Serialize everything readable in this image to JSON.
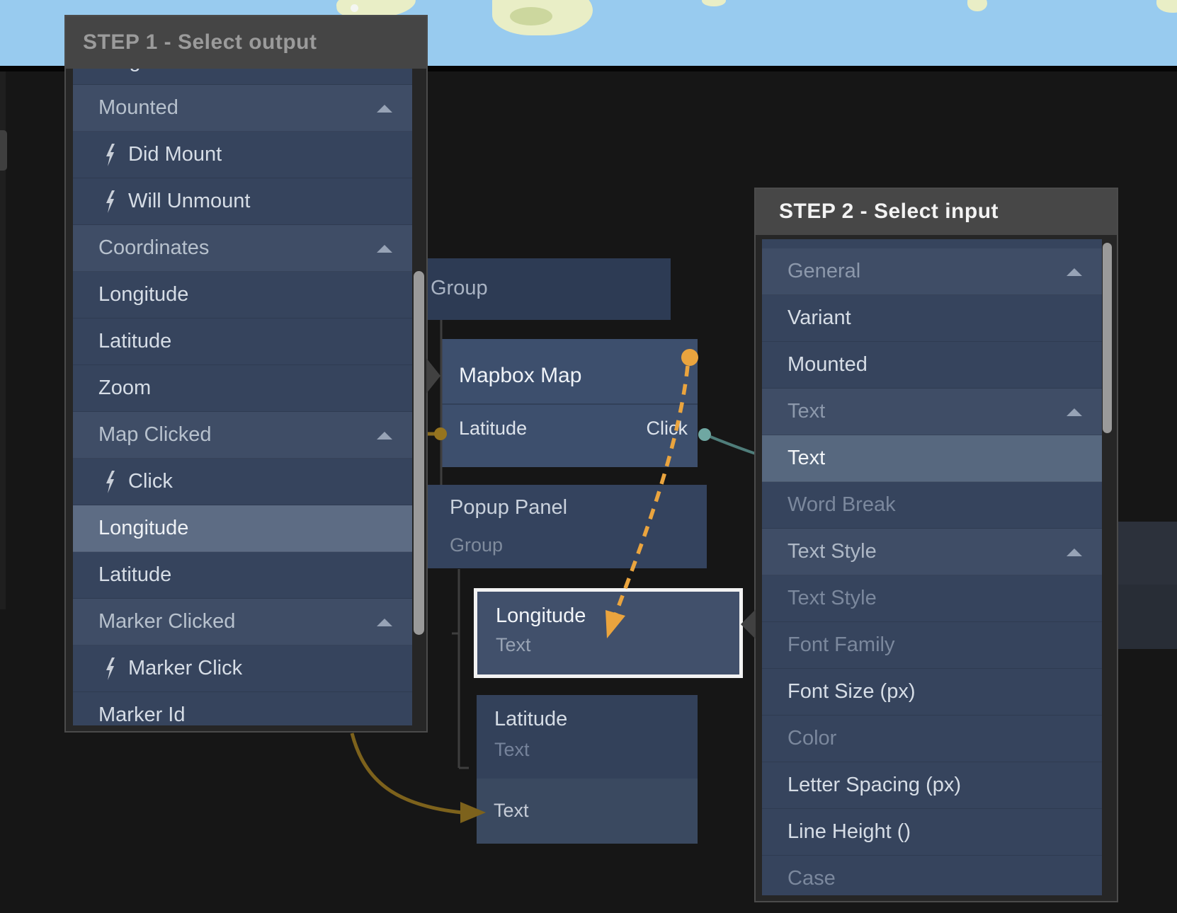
{
  "colors": {
    "map_water": "#98cbef",
    "map_land": "#e9eec6",
    "panel_header": "#474747",
    "list_item_bg": "#36445d",
    "list_category_bg": "#3f4d66",
    "selected_row_bg": "#5d6c84",
    "selection_border": "#f2f2f2",
    "accent_orange": "#eaa43e",
    "accent_gold": "#7d621c",
    "accent_teal": "#6fa7a2",
    "wire_gray": "#3e3e3e"
  },
  "step1": {
    "title": "STEP 1 - Select output",
    "items": [
      {
        "label": "Height",
        "kind": "item"
      },
      {
        "label": "Mounted",
        "kind": "category"
      },
      {
        "label": "Did Mount",
        "kind": "event"
      },
      {
        "label": "Will Unmount",
        "kind": "event"
      },
      {
        "label": "Coordinates",
        "kind": "category"
      },
      {
        "label": "Longitude",
        "kind": "item"
      },
      {
        "label": "Latitude",
        "kind": "item"
      },
      {
        "label": "Zoom",
        "kind": "item"
      },
      {
        "label": "Map Clicked",
        "kind": "category"
      },
      {
        "label": "Click",
        "kind": "event"
      },
      {
        "label": "Longitude",
        "kind": "item",
        "selected": true
      },
      {
        "label": "Latitude",
        "kind": "item"
      },
      {
        "label": "Marker Clicked",
        "kind": "category"
      },
      {
        "label": "Marker Click",
        "kind": "event"
      },
      {
        "label": "Marker Id",
        "kind": "item"
      }
    ]
  },
  "step2": {
    "title": "STEP 2 - Select input",
    "items": [
      {
        "label": "General",
        "kind": "category",
        "dim": true
      },
      {
        "label": "Variant",
        "kind": "item"
      },
      {
        "label": "Mounted",
        "kind": "item"
      },
      {
        "label": "Text",
        "kind": "category",
        "dim": true
      },
      {
        "label": "Text",
        "kind": "item",
        "selected": true
      },
      {
        "label": "Word Break",
        "kind": "item",
        "dim": true
      },
      {
        "label": "Text Style",
        "kind": "category"
      },
      {
        "label": "Text Style",
        "kind": "item",
        "dim": true
      },
      {
        "label": "Font Family",
        "kind": "item",
        "dim": true
      },
      {
        "label": "Font Size (px)",
        "kind": "item"
      },
      {
        "label": "Color",
        "kind": "item",
        "dim": true
      },
      {
        "label": "Letter Spacing (px)",
        "kind": "item"
      },
      {
        "label": "Line Height ()",
        "kind": "item"
      },
      {
        "label": "Case",
        "kind": "item",
        "dim": true
      }
    ]
  },
  "nodes": {
    "group": {
      "title": "Group"
    },
    "mapbox": {
      "title": "Mapbox Map",
      "port_left": "Latitude",
      "port_right": "Click"
    },
    "popup": {
      "title": "Popup Panel",
      "subtitle": "Group"
    },
    "longitude": {
      "title": "Longitude",
      "subtitle": "Text"
    },
    "latitude": {
      "title": "Latitude",
      "subtitle": "Text"
    },
    "text": {
      "label": "Text"
    }
  },
  "icons": {
    "event": "lightning-icon",
    "collapse": "chevron-up-icon"
  }
}
